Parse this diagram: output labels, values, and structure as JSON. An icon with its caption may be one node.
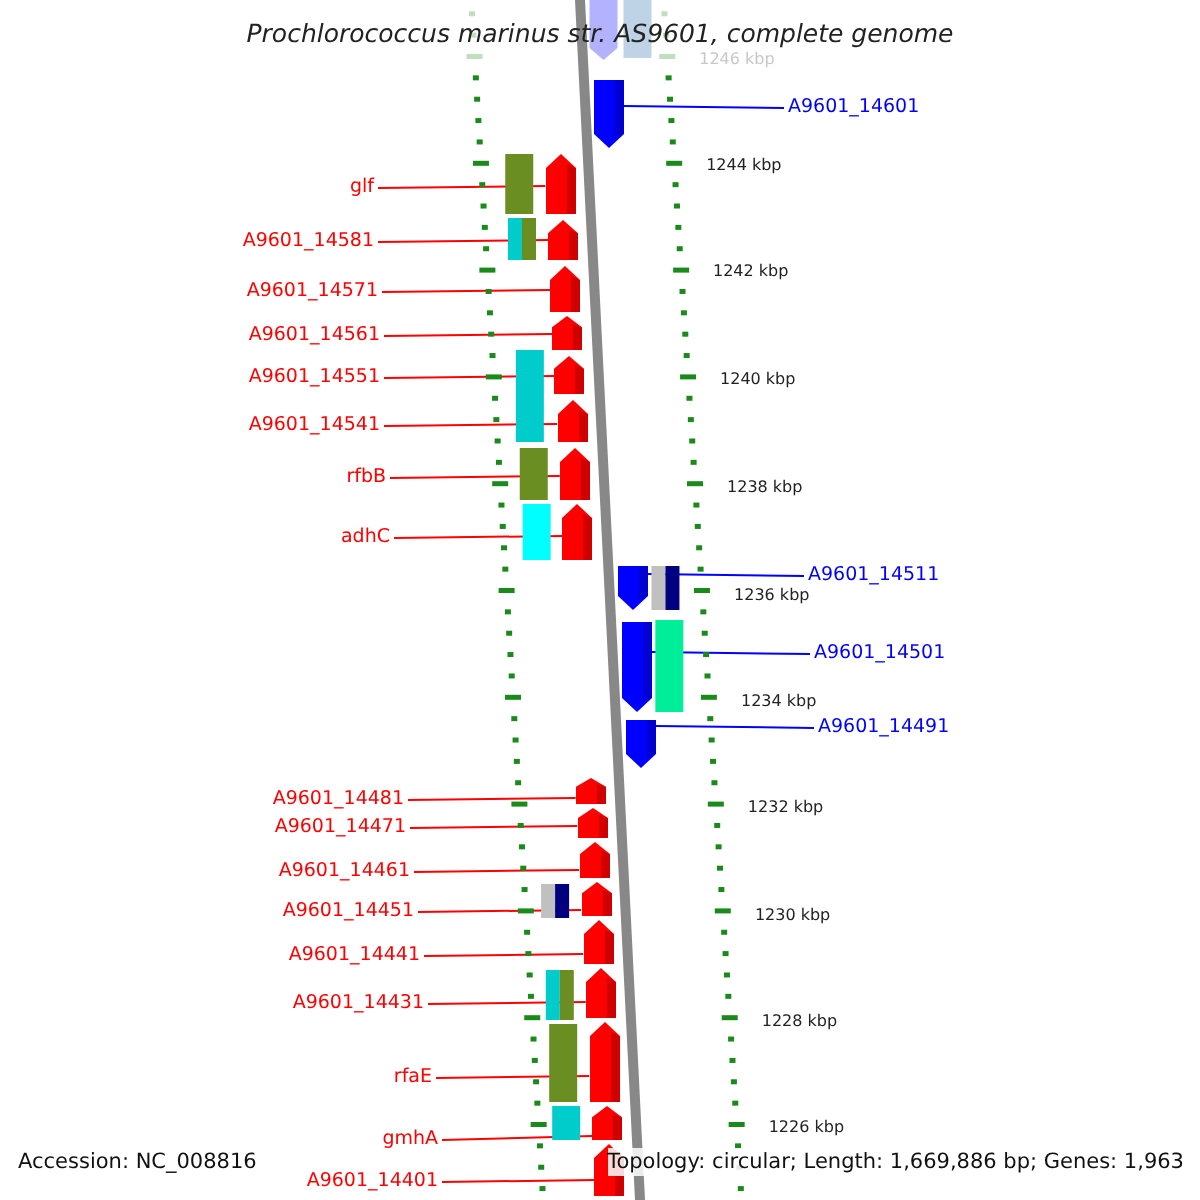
{
  "diagram": {
    "title": "Prochlorococcus marinus str. AS9601, complete genome",
    "nodes": [
      {
        "text": [
          "A9601_14601"
        ]
      },
      {
        "text": [],
        "shape": "arrow"
      },
      {
        "text": [
          "glf"
        ]
      },
      {
        "text": [],
        "shape": "arrow"
      },
      {
        "text": [
          "A9601_14581"
        ]
      },
      {
        "text": [],
        "shape": "arrow"
      },
      {
        "text": [
          "A9601_14571"
        ]
      },
      {
        "text": [],
        "shape": "arrow"
      },
      {
        "text": [
          "A9601_14561"
        ]
      },
      {
        "text": [],
        "shape": "arrow"
      },
      {
        "text": [
          "A9601_14551"
        ]
      },
      {
        "text": [],
        "shape": "arrow"
      },
      {
        "text": [
          "A9601_14541"
        ]
      },
      {
        "text": [],
        "shape": "arrow"
      },
      {
        "text": [
          "rfbB"
        ]
      },
      {
        "text": [],
        "shape": "arrow"
      },
      {
        "text": [
          "adhC"
        ]
      },
      {
        "text": [],
        "shape": "arrow"
      },
      {
        "text": [
          "A9601_14511"
        ]
      },
      {
        "text": [],
        "shape": "arrow"
      },
      {
        "text": [
          "A9601_14501"
        ]
      },
      {
        "text": [],
        "shape": "arrow"
      },
      {
        "text": [
          "A9601_14491"
        ]
      },
      {
        "text": [],
        "shape": "arrow"
      },
      {
        "text": [
          "A9601_14481"
        ]
      },
      {
        "text": [],
        "shape": "arrow"
      },
      {
        "text": [
          "A9601_14471"
        ]
      },
      {
        "text": [],
        "shape": "arrow"
      },
      {
        "text": [
          "A9601_14461"
        ]
      },
      {
        "text": [],
        "shape": "arrow"
      },
      {
        "text": [
          "A9601_14451"
        ]
      },
      {
        "text": [],
        "shape": "arrow"
      },
      {
        "text": [
          "A9601_14441"
        ]
      },
      {
        "text": [],
        "shape": "arrow"
      },
      {
        "text": [
          "A9601_14431"
        ]
      },
      {
        "text": [],
        "shape": "arrow"
      },
      {
        "text": [
          "rfaE"
        ]
      },
      {
        "text": [],
        "shape": "arrow"
      },
      {
        "text": [
          "gmhA"
        ]
      },
      {
        "text": [],
        "shape": "arrow"
      },
      {
        "text": [
          "A9601_14401"
        ]
      },
      {
        "text": [],
        "shape": "arrow"
      }
    ],
    "edges": [
      {
        "from": 0,
        "to": 1,
        "arrow": "none",
        "color": "#0000ff"
      },
      {
        "from": 2,
        "to": 3,
        "arrow": "none"
      },
      {
        "from": 4,
        "to": 5,
        "arrow": "none"
      },
      {
        "from": 6,
        "to": 7,
        "arrow": "none"
      },
      {
        "from": 8,
        "to": 9,
        "arrow": "none"
      },
      {
        "from": 10,
        "to": 11,
        "arrow": "none"
      },
      {
        "from": 12,
        "to": 13,
        "arrow": "none"
      },
      {
        "from": 14,
        "to": 15,
        "arrow": "none"
      },
      {
        "from": 16,
        "to": 17,
        "arrow": "none"
      },
      {
        "from": 18,
        "to": 19,
        "arrow": "none",
        "color": "#0000ff"
      },
      {
        "from": 20,
        "to": 21,
        "arrow": "none",
        "color": "#0000ff"
      },
      {
        "from": 22,
        "to": 23,
        "arrow": "none",
        "color": "#0000ff"
      },
      {
        "from": 24,
        "to": 25,
        "arrow": "none"
      },
      {
        "from": 26,
        "to": 27,
        "arrow": "none"
      },
      {
        "from": 28,
        "to": 29,
        "arrow": "none"
      },
      {
        "from": 30,
        "to": 31,
        "arrow": "none"
      },
      {
        "from": 32,
        "to": 33,
        "arrow": "none"
      },
      {
        "from": 34,
        "to": 35,
        "arrow": "none"
      },
      {
        "from": 36,
        "to": 37,
        "arrow": "none"
      },
      {
        "from": 38,
        "to": 39,
        "arrow": "none"
      },
      {
        "from": 40,
        "to": 41,
        "arrow": "none"
      }
    ],
    "labels": [
      "1246 kbp",
      "1244 kbp",
      "1242 kbp",
      "1240 kbp",
      "1238 kbp",
      "1236 kbp",
      "1234 kbp",
      "1232 kbp",
      "1230 kbp",
      "1228 kbp",
      "1226 kbp",
      "Accession: NC_008816",
      "Topology: circular; Length: 1,669,886 bp; Genes: 1,963"
    ]
  }
}
